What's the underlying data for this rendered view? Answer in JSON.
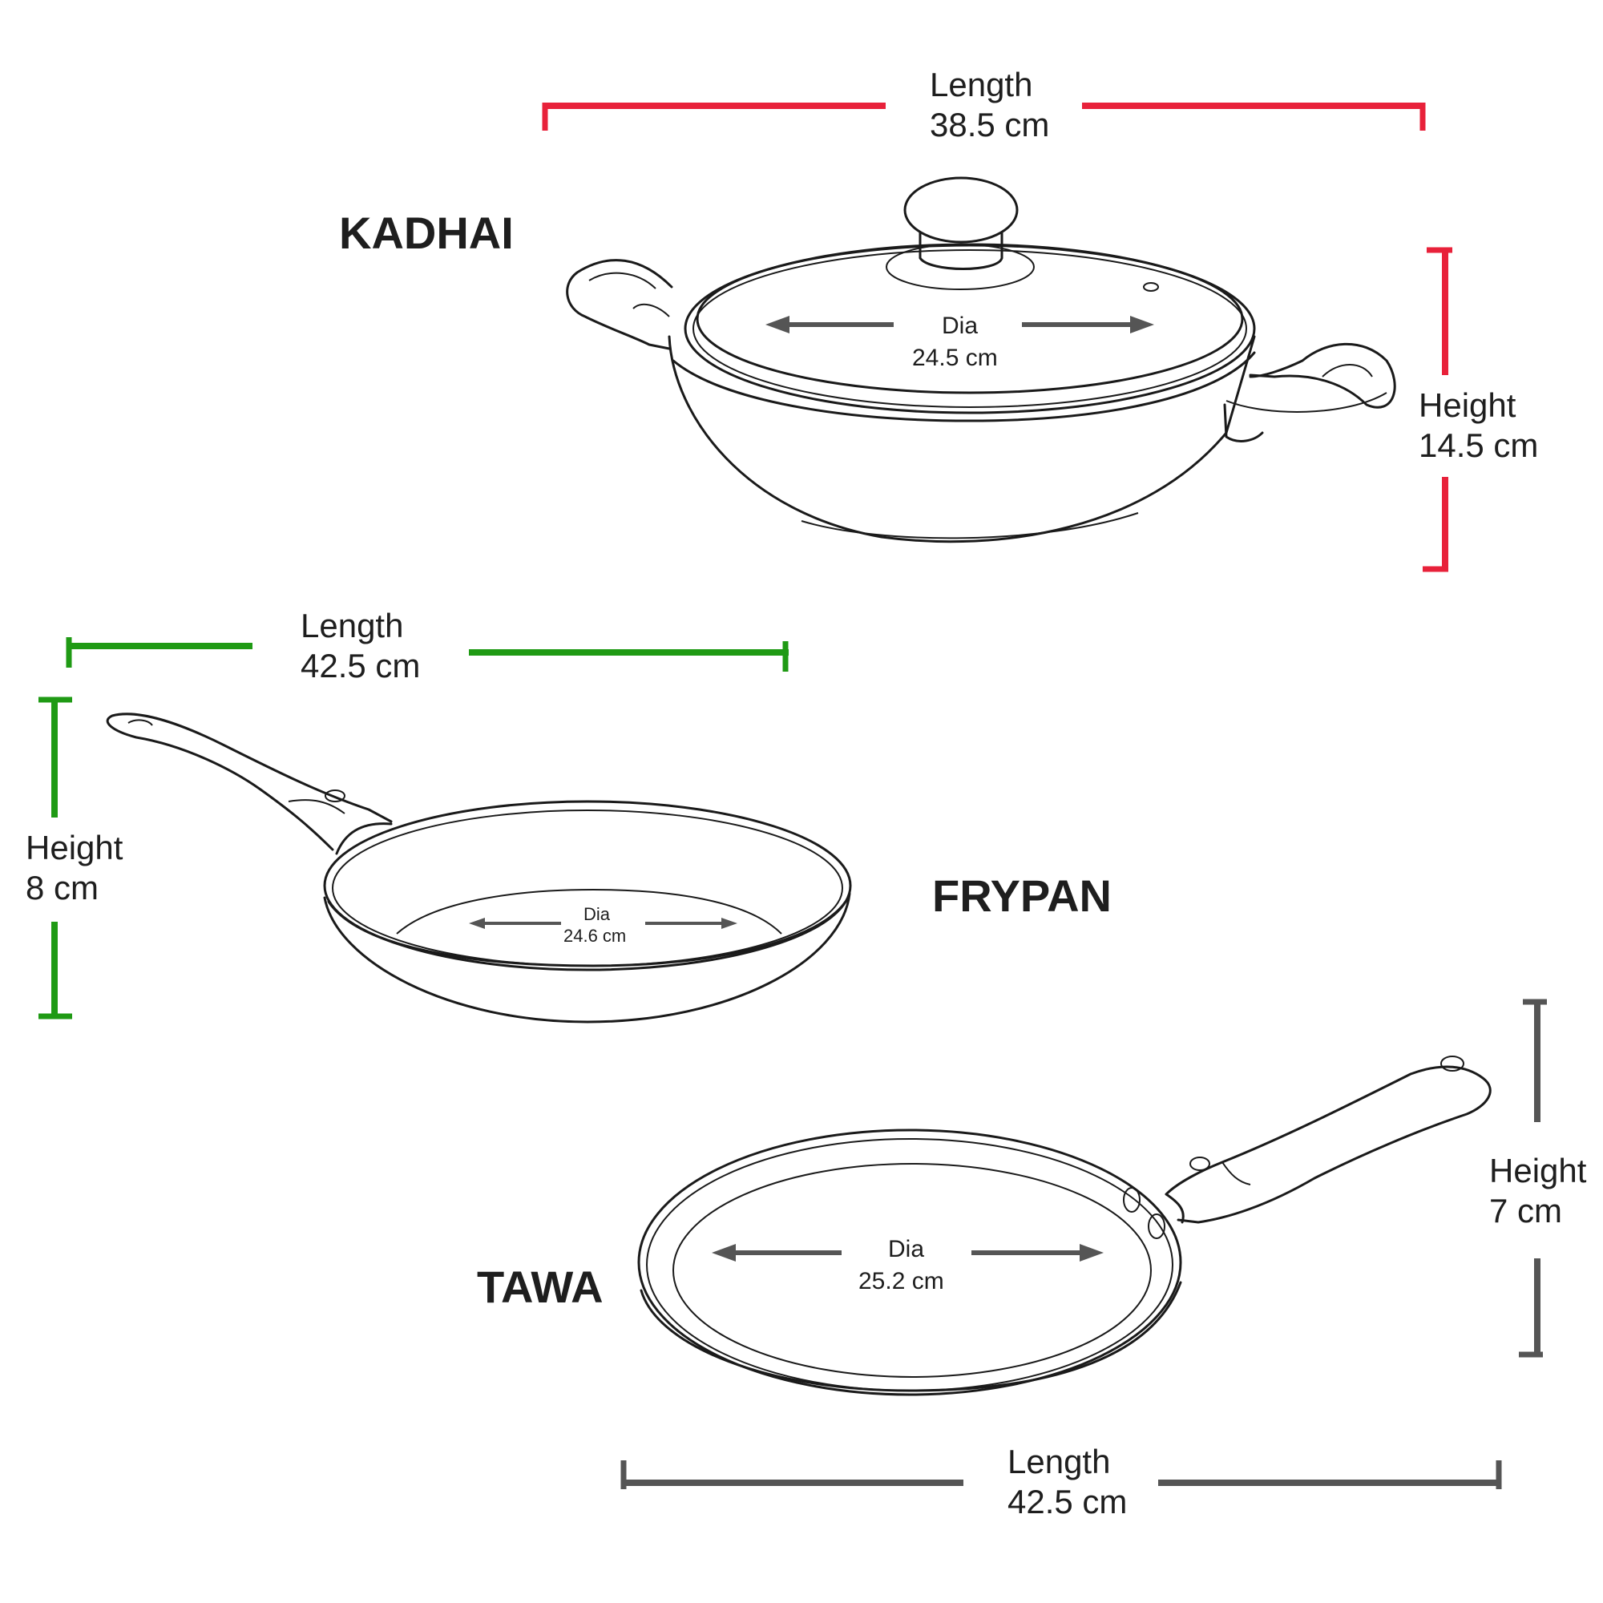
{
  "colors": {
    "kadhai": "#e8213a",
    "frypan": "#1f9a14",
    "tawa": "#555555",
    "outline": "#1a1a1a",
    "text": "#1e1e1e"
  },
  "kadhai": {
    "title": "KADHAI",
    "length": {
      "label": "Length",
      "value": "38.5 cm"
    },
    "height": {
      "label": "Height",
      "value": "14.5 cm"
    },
    "diameter": {
      "label": "Dia",
      "value": "24.5 cm"
    }
  },
  "frypan": {
    "title": "FRYPAN",
    "length": {
      "label": "Length",
      "value": "42.5 cm"
    },
    "height": {
      "label": "Height",
      "value": "8 cm"
    },
    "diameter": {
      "label": "Dia",
      "value": "24.6 cm"
    }
  },
  "tawa": {
    "title": "TAWA",
    "length": {
      "label": "Length",
      "value": "42.5 cm"
    },
    "height": {
      "label": "Height",
      "value": "7 cm"
    },
    "diameter": {
      "label": "Dia",
      "value": "25.2 cm"
    }
  },
  "icons": [
    "kadhai-icon",
    "frypan-icon",
    "tawa-icon"
  ]
}
